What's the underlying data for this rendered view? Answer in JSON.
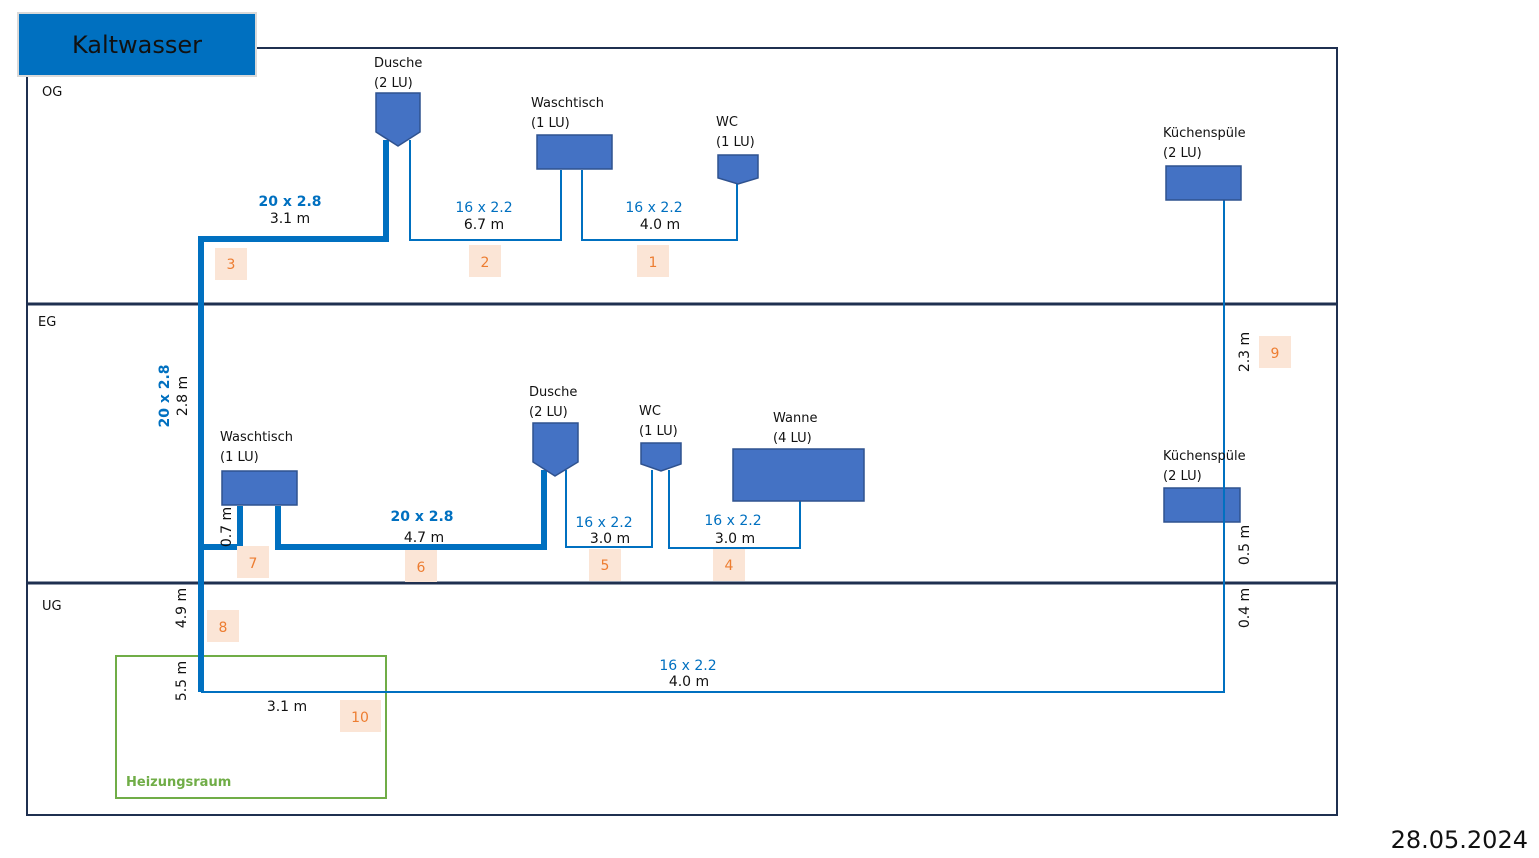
{
  "title": "Kaltwasser",
  "date": "28.05.2024",
  "colors": {
    "title_bg": "#0070C0",
    "frame": "#1F3050",
    "pipe": "#0070C0",
    "fixture": "#4472C4",
    "fixture_border": "#2F528F",
    "section_badge_bg": "#FBE5D6",
    "section_badge_text": "#ED7D31",
    "room_border": "#70AD47"
  },
  "floors": [
    {
      "id": "og",
      "label": "OG"
    },
    {
      "id": "eg",
      "label": "EG"
    },
    {
      "id": "ug",
      "label": "UG"
    }
  ],
  "room": {
    "label": "Heizungsraum"
  },
  "fixtures": {
    "og_dusche": {
      "name": "Dusche",
      "lu": "(2 LU)"
    },
    "og_waschtisch": {
      "name": "Waschtisch",
      "lu": "(1 LU)"
    },
    "og_wc": {
      "name": "WC",
      "lu": "(1 LU)"
    },
    "og_kuechenspuele": {
      "name": "Küchenspüle",
      "lu": "(2 LU)"
    },
    "eg_waschtisch": {
      "name": "Waschtisch",
      "lu": "(1 LU)"
    },
    "eg_dusche": {
      "name": "Dusche",
      "lu": "(2 LU)"
    },
    "eg_wc": {
      "name": "WC",
      "lu": "(1 LU)"
    },
    "eg_wanne": {
      "name": "Wanne",
      "lu": "(4 LU)"
    },
    "eg_kuechenspuele": {
      "name": "Küchenspüle",
      "lu": "(2 LU)"
    }
  },
  "sections": [
    {
      "number": "1",
      "dimension": "16 x 2.2",
      "length": "4.0 m"
    },
    {
      "number": "2",
      "dimension": "16 x 2.2",
      "length": "6.7 m"
    },
    {
      "number": "3",
      "dimension": "20 x 2.8",
      "length": "3.1 m"
    },
    {
      "number": "4",
      "dimension": "16 x 2.2",
      "length": "3.0 m"
    },
    {
      "number": "5",
      "dimension": "16 x 2.2",
      "length": "3.0 m"
    },
    {
      "number": "6",
      "dimension": "20 x 2.8",
      "length": "4.7 m"
    },
    {
      "number": "7",
      "dimension": "",
      "length": "0.7 m"
    },
    {
      "number": "8",
      "dimension": "",
      "length": "4.9 m"
    },
    {
      "number": "9",
      "dimension": "",
      "length": "2.3 m"
    },
    {
      "number": "10",
      "dimension": "",
      "length": "3.1 m"
    }
  ],
  "extra_labels": {
    "riser_dimension": "20 x 2.8",
    "riser_length": "2.8 m",
    "ug_riser_length": "5.5 m",
    "ug_main_dimension": "16 x 2.2",
    "ug_main_length": "4.0 m",
    "kitchen_eg_length": "0.5 m",
    "kitchen_ug_length": "0.4 m"
  }
}
